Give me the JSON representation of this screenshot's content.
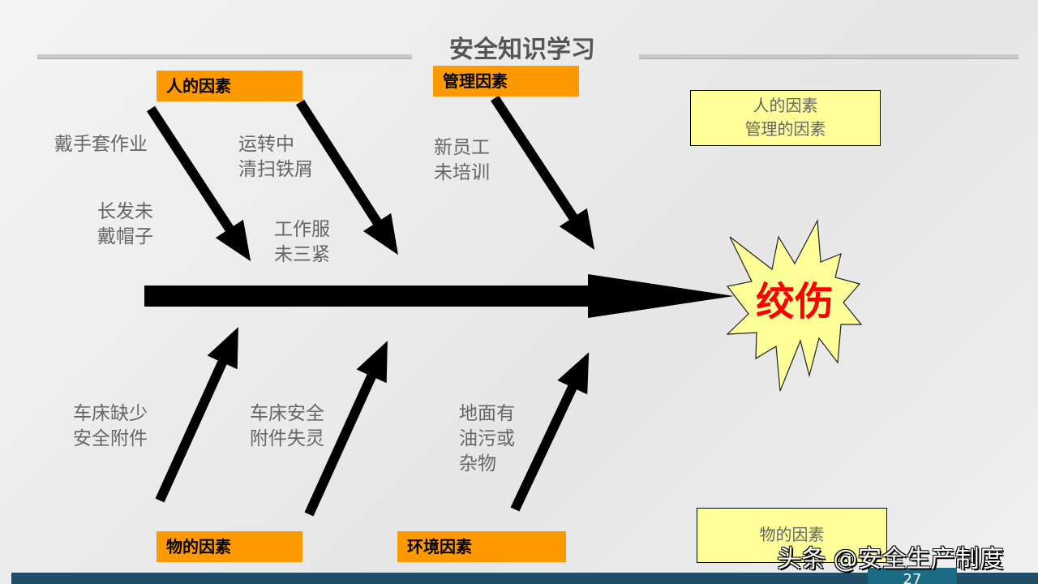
{
  "title": "安全知识学习",
  "effect": "绞伤",
  "categories": {
    "people": "人的因素",
    "management": "管理因素",
    "things": "物的因素",
    "environment": "环境因素"
  },
  "causes": {
    "gloves": "戴手套作业",
    "hair": "长发未\n戴帽子",
    "cleaning": "运转中\n清扫铁屑",
    "uniform": "工作服\n未三紧",
    "training": "新员工\n未培训",
    "lathe_missing": "车床缺少\n安全附件",
    "lathe_failed": "车床安全\n附件失灵",
    "floor": "地面有\n油污或\n杂物"
  },
  "notes": {
    "top": "人的因素\n管理的因素",
    "bottom": "物的因素"
  },
  "page_number": "27",
  "watermark": "头条 @安全生产制度",
  "colors": {
    "category": "#ff9900",
    "note": "#ffff99",
    "effect_text": "#ff0000",
    "burst": "#ffff99",
    "footer": "#1f4e66"
  }
}
